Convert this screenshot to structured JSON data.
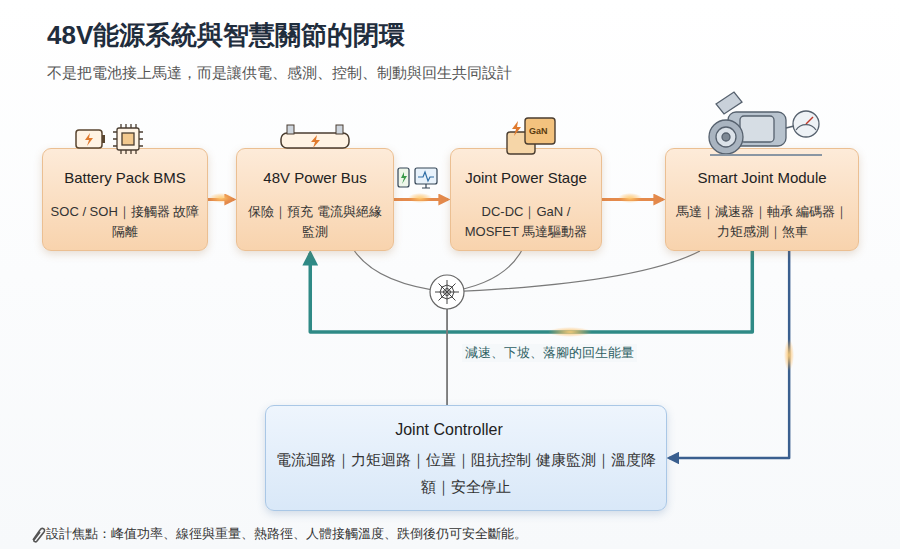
{
  "diagram": {
    "title": "48V能源系統與智慧關節的閉環",
    "caption": "設計焦點：峰值功率、線徑與重量、熱路徑、人體接觸溫度、跌倒後仍可安全斷能。",
    "nodes": [
      {
        "text": [
          "Battery Pack BMS",
          "SOC / SOH｜接觸器 故障隔離"
        ]
      },
      {
        "text": [
          "48V Power Bus",
          "保險｜預充 電流與絕緣監測"
        ]
      },
      {
        "text": [
          "Joint Power Stage",
          "DC-DC｜GaN / MOSFET 馬達驅動器"
        ]
      },
      {
        "text": [
          "Smart Joint Module",
          "馬達｜減速器｜軸承 編碼器｜力矩感測｜煞車"
        ]
      },
      {
        "text": [
          "Joint Controller",
          "電流迴路｜力矩迴路｜位置｜阻抗控制 健康監測｜溫度降額｜安全停止"
        ]
      }
    ],
    "edges": [
      {
        "from": 0,
        "to": 1,
        "arrow": "to"
      },
      {
        "from": 1,
        "to": 2,
        "arrow": "to"
      },
      {
        "from": 2,
        "to": 3,
        "arrow": "to"
      },
      {
        "from": 3,
        "to": 1,
        "label": "減速、下坡、落腳的回生能量",
        "arrow": "to"
      },
      {
        "from": 3,
        "to": 4,
        "arrow": "to"
      },
      {
        "from": 4,
        "to": 1,
        "arrow": "none"
      },
      {
        "from": 4,
        "to": 2,
        "arrow": "none"
      },
      {
        "from": 4,
        "to": 3,
        "arrow": "none"
      }
    ],
    "labels": [
      "不是把電池接上馬達，而是讓供電、感測、控制、制動與回生共同設計",
      "GaN"
    ]
  }
}
